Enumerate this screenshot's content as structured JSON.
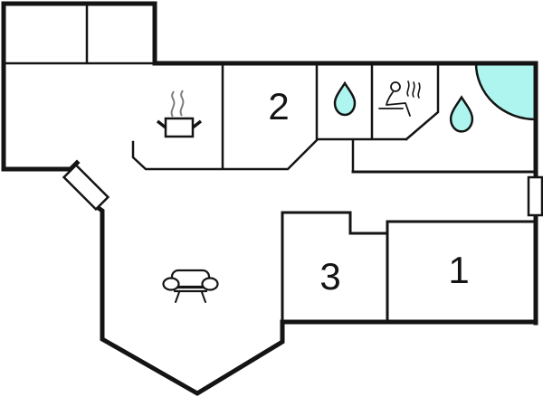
{
  "plan": {
    "type": "floor-plan",
    "room_labels": {
      "room1": "1",
      "room2": "2",
      "room3": "3"
    },
    "icons": {
      "stove": "stove-pot-icon",
      "water_drop_small": "water-drop-icon",
      "water_drop_large": "water-drop-icon",
      "sauna": "sauna-person-icon",
      "corner_bath": "corner-bath-icon",
      "sofa": "sofa-icon",
      "door": "door-swing-icon",
      "radiator": "window-radiator-icon"
    },
    "colors": {
      "wall": "#141414",
      "water": "#aef5f0",
      "steam": "#7d7d7d",
      "background": "#ffffff",
      "icon_fill": "#ffffff"
    }
  }
}
